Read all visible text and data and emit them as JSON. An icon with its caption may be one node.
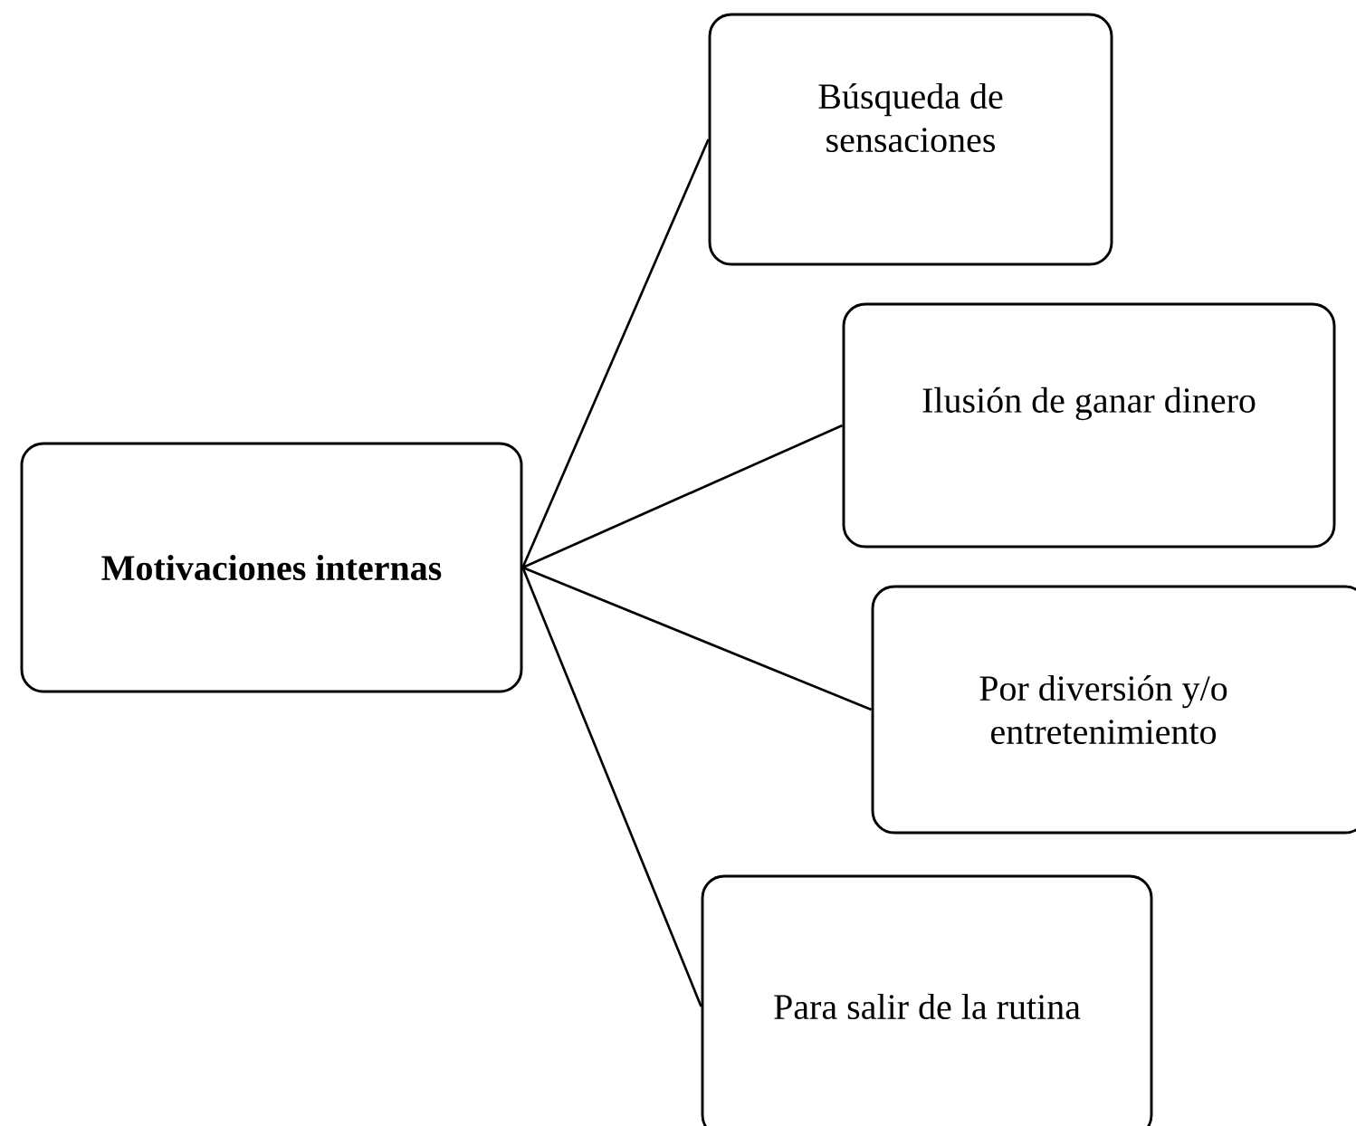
{
  "diagram": {
    "nodes": [
      {
        "text": [
          "**Motivaciones internas**"
        ]
      },
      {
        "text": [
          "Búsqueda de sensaciones"
        ]
      },
      {
        "text": [
          "Ilusión de ganar dinero"
        ]
      },
      {
        "text": [
          "Por diversión y/o entretenimiento"
        ]
      },
      {
        "text": [
          "Para salir de la rutina"
        ]
      }
    ],
    "edges": [
      {
        "from": 0,
        "to": 1,
        "arrow": "none"
      },
      {
        "from": 0,
        "to": 2,
        "arrow": "none"
      },
      {
        "from": 0,
        "to": 3,
        "arrow": "none"
      },
      {
        "from": 0,
        "to": 4,
        "arrow": "none"
      }
    ]
  }
}
